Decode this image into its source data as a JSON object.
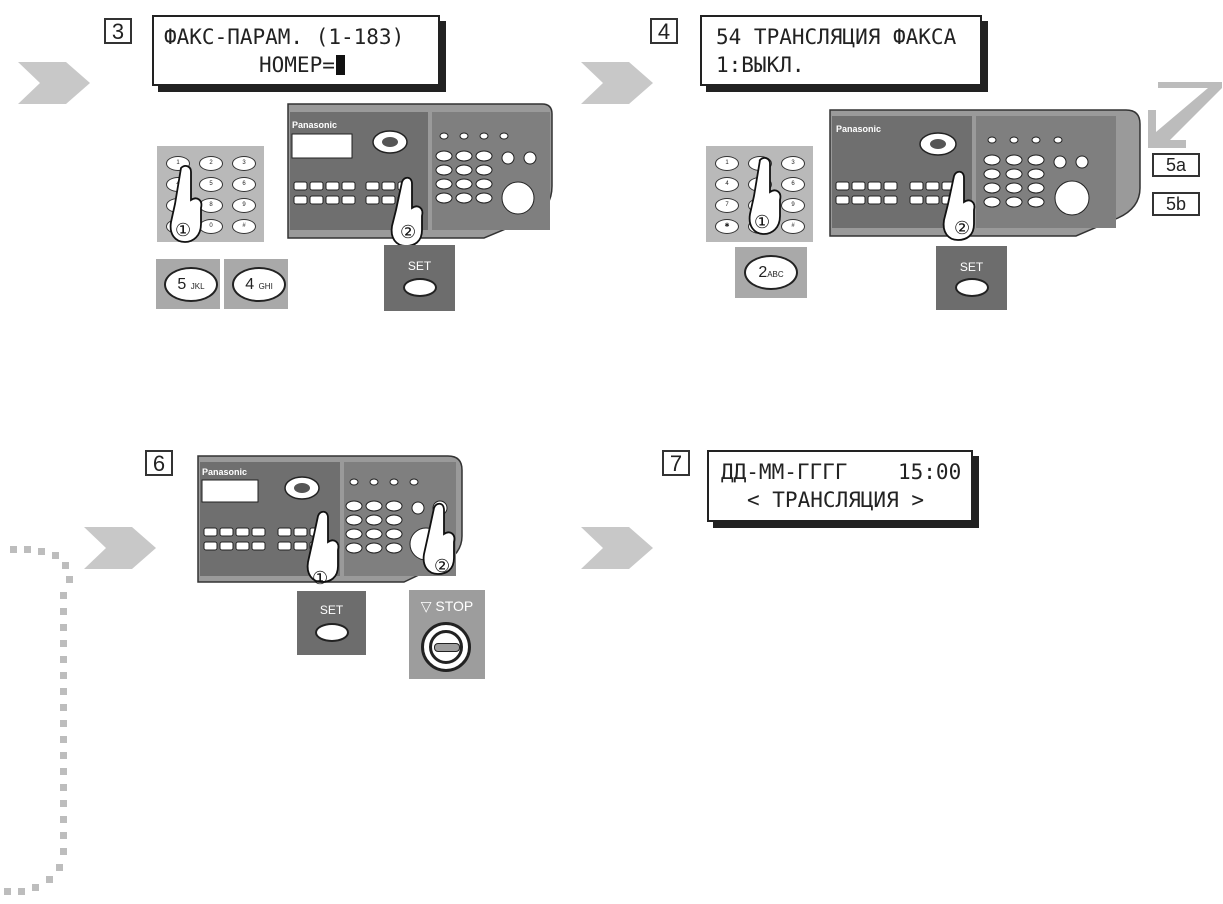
{
  "steps": {
    "s3": {
      "number": "3",
      "lcd_line1": "ФАКС-ПАРАМ. (1-183)",
      "lcd_line2": "НОМЕР=",
      "keys": [
        {
          "digit": "5",
          "letters": "JKL"
        },
        {
          "digit": "4",
          "letters": "GHI"
        }
      ],
      "set_label": "SET"
    },
    "s4": {
      "number": "4",
      "lcd_line1": "54 ТРАНСЛЯЦИЯ ФАКСА",
      "lcd_line2": "1:ВЫКЛ.",
      "key": {
        "digit": "2",
        "letters": "ABC"
      },
      "set_label": "SET"
    },
    "s6": {
      "number": "6",
      "set_label": "SET",
      "stop_label": "STOP"
    },
    "s7": {
      "number": "7",
      "lcd_line1": "ДД-ММ-ГГГГ    15:00",
      "lcd_line2": "< ТРАНСЛЯЦИЯ >"
    }
  },
  "side_refs": [
    "5a",
    "5b"
  ],
  "brand": "Panasonic",
  "circled": {
    "one": "①",
    "two": "②"
  },
  "keypad_labels": [
    "1",
    "2",
    "3",
    "4",
    "5",
    "6",
    "7",
    "8",
    "9",
    "✱",
    "0",
    "#"
  ]
}
